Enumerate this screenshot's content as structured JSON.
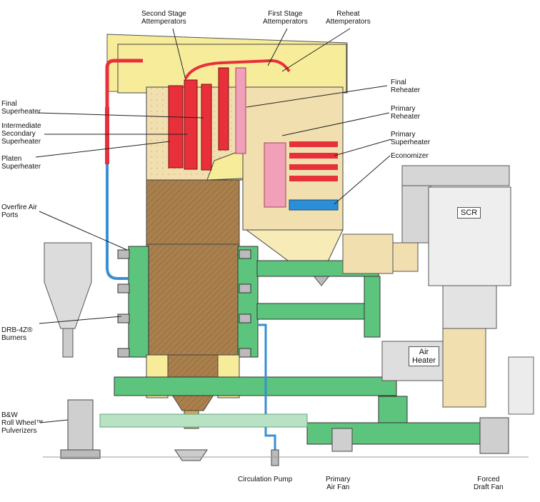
{
  "labels": {
    "second_stage": "Second Stage\nAttemperators",
    "first_stage": "First Stage\nAttemperators",
    "reheat_att": "Reheat\nAttemperators",
    "final_superheater": "Final\nSuperheater",
    "intermediate_secondary": "Intermediate\nSecondary\nSuperheater",
    "platen": "Platen\nSuperheater",
    "overfire": "Overfire Air\nPorts",
    "burners": "DRB-4Z® \nBurners",
    "pulverizers": "B&W\nRoll Wheel™\nPulverizers",
    "final_reheater": "Final\nReheater",
    "primary_reheater": "Primary\nReheater",
    "primary_superheater": "Primary\nSuperheater",
    "economizer": "Economizer",
    "scr": "SCR",
    "air_heater": "Air\nHeater",
    "circulation_pump": "Circulation Pump",
    "primary_air_fan": "Primary\nAir Fan",
    "forced_draft_fan": "Forced\nDraft Fan"
  },
  "colors": {
    "furnace": "#a67f4f",
    "superheater": "#e8303a",
    "reheater": "#f0a0b8",
    "economizer": "#2a8fd6",
    "windbox": "#5cc47c",
    "backpass": "#f7ebb8",
    "penthouse": "#f6ec9a",
    "gray": "#cfcfcf",
    "pipe_blue": "#3a8fd0"
  }
}
